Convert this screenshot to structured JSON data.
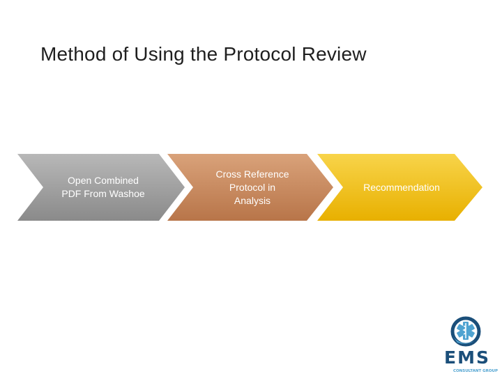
{
  "slide": {
    "title": "Method of Using the Protocol Review"
  },
  "process": {
    "steps": [
      {
        "lines": [
          "Open Combined",
          "PDF From Washoe"
        ],
        "color": "#a0a0a0",
        "color_light": "#b8b8b8",
        "color_dark": "#8a8a8a"
      },
      {
        "lines": [
          "Cross Reference",
          "Protocol in",
          "Analysis"
        ],
        "color": "#c98a5e",
        "color_light": "#d9a27a",
        "color_dark": "#b87549"
      },
      {
        "lines": [
          "Recommendation"
        ],
        "color": "#f2c21b",
        "color_light": "#f8d44a",
        "color_dark": "#e8b000"
      }
    ]
  },
  "logo": {
    "brand": "EMS",
    "tagline": "CONSULTANT GROUP",
    "primary_color": "#1b4f7a",
    "accent_color": "#4fa3d1"
  }
}
